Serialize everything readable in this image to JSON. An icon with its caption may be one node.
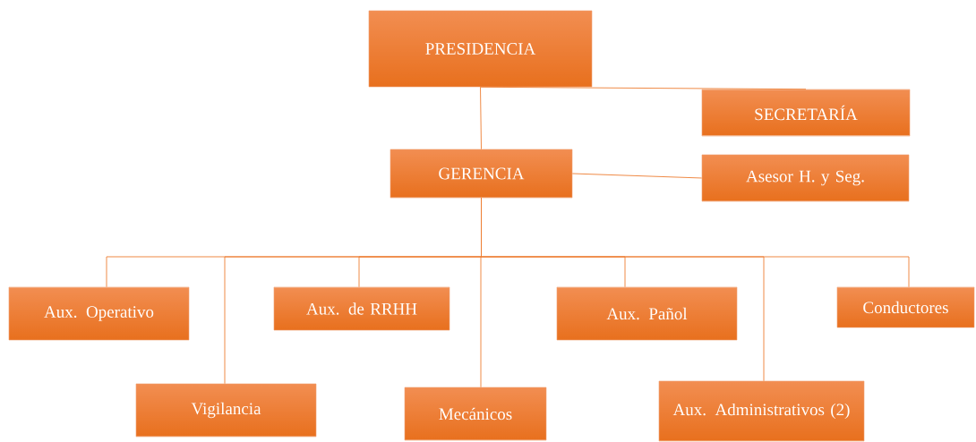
{
  "diagram": {
    "nodes": [
      {
        "text": [
          "PRESIDENCIA"
        ]
      },
      {
        "text": [
          "SECRETARÍA"
        ]
      },
      {
        "text": [
          "GERENCIA"
        ]
      },
      {
        "text": [
          "Asesor H. y Seg."
        ]
      },
      {
        "text": [
          "Aux. Operativo"
        ]
      },
      {
        "text": [
          "Vigilancia"
        ]
      },
      {
        "text": [
          "Aux. de RRHH"
        ]
      },
      {
        "text": [
          "Mecánicos"
        ]
      },
      {
        "text": [
          "Aux. Pañol"
        ]
      },
      {
        "text": [
          "Aux. Administrativos (2)"
        ]
      },
      {
        "text": [
          "Conductores"
        ]
      }
    ],
    "edges": [
      {
        "from": 0,
        "to": 1,
        "arrow": "none"
      },
      {
        "from": 0,
        "to": 2,
        "arrow": "none"
      },
      {
        "from": 2,
        "to": 3,
        "arrow": "none"
      },
      {
        "from": 2,
        "to": 4,
        "arrow": "none"
      },
      {
        "from": 2,
        "to": 5,
        "arrow": "none"
      },
      {
        "from": 2,
        "to": 6,
        "arrow": "none"
      },
      {
        "from": 2,
        "to": 7,
        "arrow": "none"
      },
      {
        "from": 2,
        "to": 8,
        "arrow": "none"
      },
      {
        "from": 2,
        "to": 9,
        "arrow": "none"
      },
      {
        "from": 2,
        "to": 10,
        "arrow": "none"
      }
    ]
  }
}
